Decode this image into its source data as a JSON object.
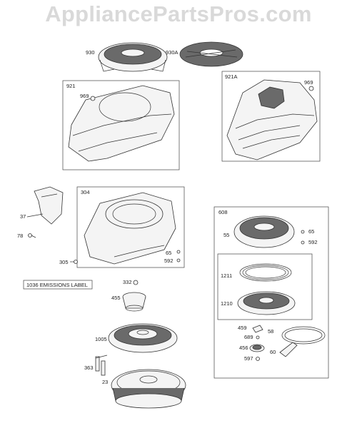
{
  "watermark": "AppliancePartsPros.com",
  "parts": {
    "p930": "930",
    "p930a": "930A",
    "p921": "921",
    "p921a": "921A",
    "p969a": "969",
    "p969b": "969",
    "p37": "37",
    "p78": "78",
    "p304": "304",
    "p65a": "65",
    "p592a": "592",
    "p305": "305",
    "p608": "608",
    "p55": "55",
    "p65b": "65",
    "p592b": "592",
    "p1211": "1211",
    "p1210": "1210",
    "p459": "459",
    "p689": "689",
    "p58": "58",
    "p456": "456",
    "p60": "60",
    "p597": "597",
    "p1036": "1036 EMISSIONS LABEL",
    "p332": "332",
    "p455": "455",
    "p1005": "1005",
    "p363": "363",
    "p23": "23"
  },
  "colors": {
    "line": "#333333",
    "fill": "#f4f4f4",
    "dark": "#6a6a6a",
    "watermark": "#d9d9d9"
  }
}
